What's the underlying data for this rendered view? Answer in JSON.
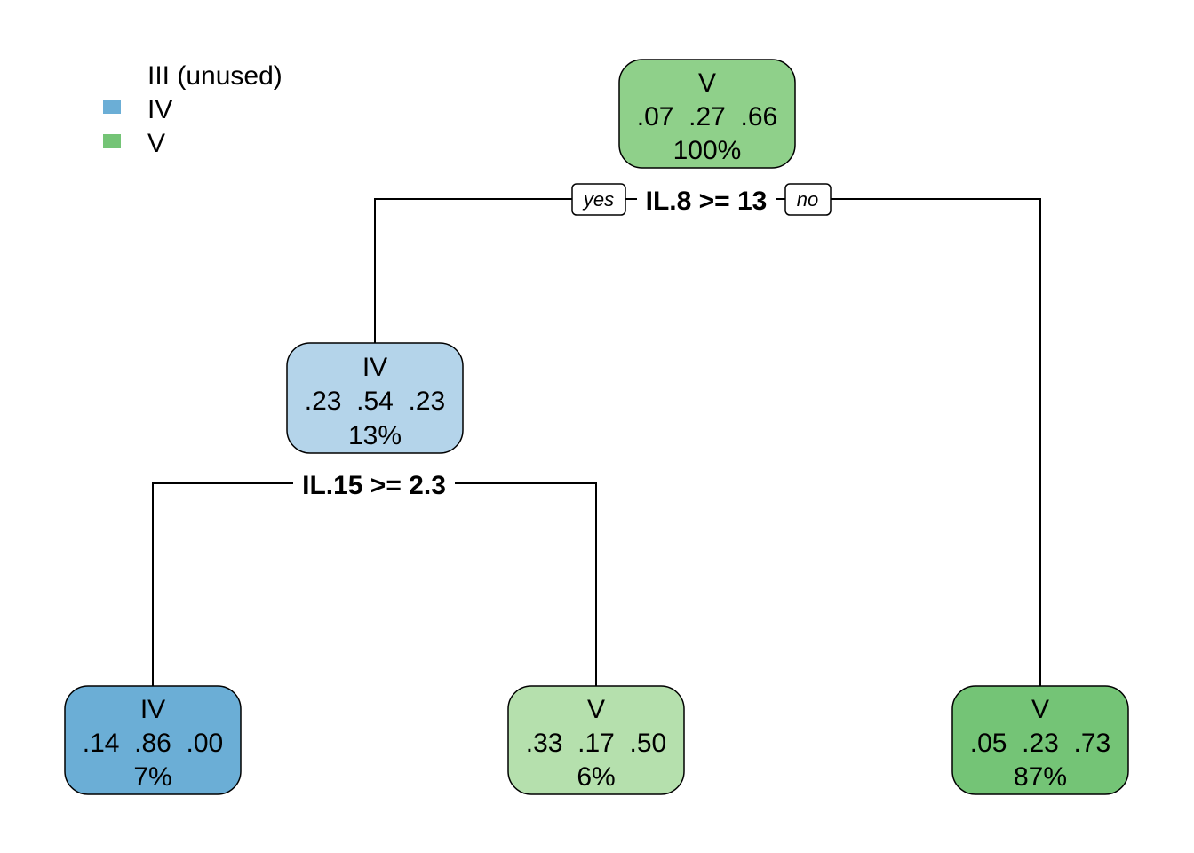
{
  "legend": {
    "items": [
      {
        "label": "III (unused)",
        "color": null
      },
      {
        "label": "IV",
        "color": "#6baed6"
      },
      {
        "label": "V",
        "color": "#74c476"
      }
    ]
  },
  "nodes": [
    {
      "id": "root",
      "class": "V",
      "probs": ".07  .27  .66",
      "pct": "100%",
      "fill": "#8fd08a"
    },
    {
      "id": "left",
      "class": "IV",
      "probs": ".23  .54  .23",
      "pct": "13%",
      "fill": "#b4d4ea"
    },
    {
      "id": "left-left",
      "class": "IV",
      "probs": ".14  .86  .00",
      "pct": "7%",
      "fill": "#6baed6"
    },
    {
      "id": "left-right",
      "class": "V",
      "probs": ".33  .17  .50",
      "pct": "6%",
      "fill": "#b5e0ad"
    },
    {
      "id": "right",
      "class": "V",
      "probs": ".05  .23  .73",
      "pct": "87%",
      "fill": "#74c476"
    }
  ],
  "splits": [
    {
      "id": "root-split",
      "label": "IL.8 >= 13",
      "yes": "yes",
      "no": "no"
    },
    {
      "id": "left-split",
      "label": "IL.15 >= 2.3"
    }
  ]
}
